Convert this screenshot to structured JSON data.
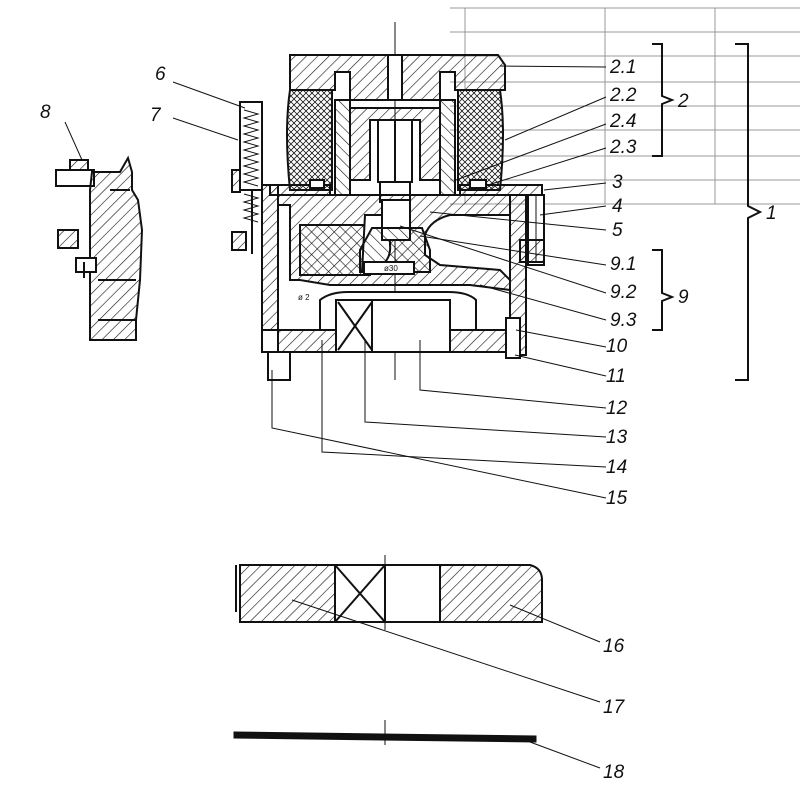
{
  "labels": {
    "l1": "1",
    "l2": "2",
    "l2_1": "2.1",
    "l2_2": "2.2",
    "l2_3": "2.3",
    "l2_4": "2.4",
    "l3": "3",
    "l4": "4",
    "l5": "5",
    "l6": "6",
    "l7": "7",
    "l8": "8",
    "l9": "9",
    "l9_1": "9.1",
    "l9_2": "9.2",
    "l9_3": "9.3",
    "l10": "10",
    "l11": "11",
    "l12": "12",
    "l13": "13",
    "l14": "14",
    "l15": "15",
    "l16": "16",
    "l17": "17",
    "l18": "18"
  },
  "inner_marks": {
    "stem_mark": "ø30",
    "left_mark": "ø 2"
  }
}
